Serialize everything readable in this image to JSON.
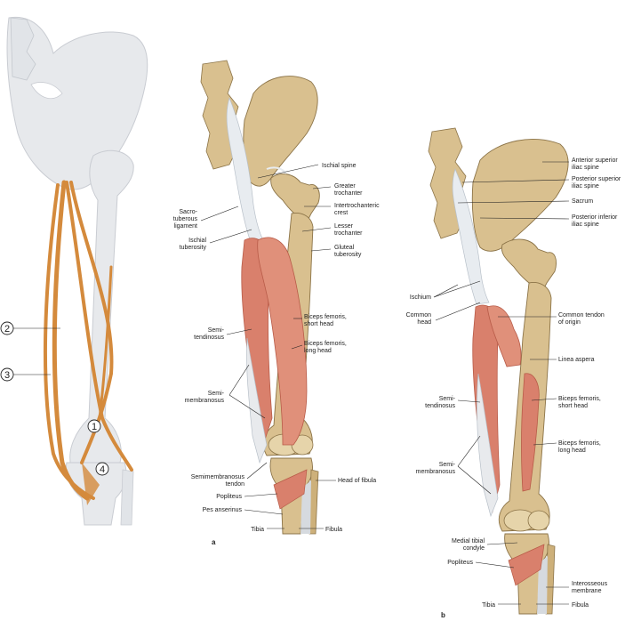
{
  "panels": {
    "a": "a",
    "b": "b"
  },
  "markers": {
    "m1": "1",
    "m2": "2",
    "m3": "3",
    "m4": "4"
  },
  "labels_a": {
    "ischial_spine": "Ischial spine",
    "greater_troch_1": "Greater",
    "greater_troch_2": "trochanter",
    "intertroch_1": "Intertrochanteric",
    "intertroch_2": "crest",
    "lesser_troch_1": "Lesser",
    "lesser_troch_2": "trochanter",
    "gluteal_1": "Gluteal",
    "gluteal_2": "tuberosity",
    "sacro_1": "Sacro-",
    "sacro_2": "tuberous",
    "sacro_3": "ligament",
    "ischial_tub_1": "Ischial",
    "ischial_tub_2": "tuberosity",
    "biceps_short_1": "Biceps femoris,",
    "biceps_short_2": "short head",
    "biceps_long_1": "Biceps femoris,",
    "biceps_long_2": "long head",
    "semiten_1": "Semi-",
    "semiten_2": "tendinosus",
    "semimem_1": "Semi-",
    "semimem_2": "membranosus",
    "semimem_tendon_1": "Semimembranosus",
    "semimem_tendon_2": "tendon",
    "popliteus": "Popliteus",
    "pes_anserinus": "Pes anserinus",
    "head_fibula": "Head of fibula",
    "tibia": "Tibia",
    "fibula": "Fibula"
  },
  "labels_b": {
    "asis_1": "Anterior superior",
    "asis_2": "iliac spine",
    "psis_1": "Posterior superior",
    "psis_2": "iliac spine",
    "sacrum": "Sacrum",
    "piis_1": "Posterior inferior",
    "piis_2": "iliac spine",
    "ischium": "Ischium",
    "common_head_1": "Common",
    "common_head_2": "head",
    "common_tendon_1": "Common tendon",
    "common_tendon_2": "of origin",
    "linea_aspera": "Linea aspera",
    "biceps_short_1": "Biceps femoris,",
    "biceps_short_2": "short head",
    "biceps_long_1": "Biceps femoris,",
    "biceps_long_2": "long head",
    "semiten_1": "Semi-",
    "semiten_2": "tendinosus",
    "semimem_1": "Semi-",
    "semimem_2": "membranosus",
    "medial_condyle_1": "Medial tibial",
    "medial_condyle_2": "condyle",
    "popliteus": "Popliteus",
    "interosseous_1": "Interosseous",
    "interosseous_2": "membrane",
    "tibia": "Tibia",
    "fibula": "Fibula"
  },
  "colors": {
    "bone": "#d9c08f",
    "bone_shade": "#b89a62",
    "muscle": "#d9806c",
    "muscle_dark": "#b85b48",
    "ligament": "#e8ecf0",
    "ghost_bone": "#e7e9ec",
    "tendon_line": "#d48a3c"
  }
}
